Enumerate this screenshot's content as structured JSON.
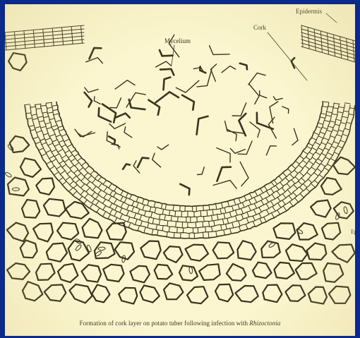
{
  "labels": {
    "epidermis": "Epidermis",
    "cork": "Cork",
    "mycelium": "Mycelium",
    "edge_fragment": "Ep"
  },
  "caption": {
    "text": "Formation of cork layer on potato tuber following infection with ",
    "italic": "Rhizoctonia"
  },
  "colors": {
    "background": "#0b2a8a",
    "paper": "#fbf6cf",
    "ink": "#3a3320"
  }
}
